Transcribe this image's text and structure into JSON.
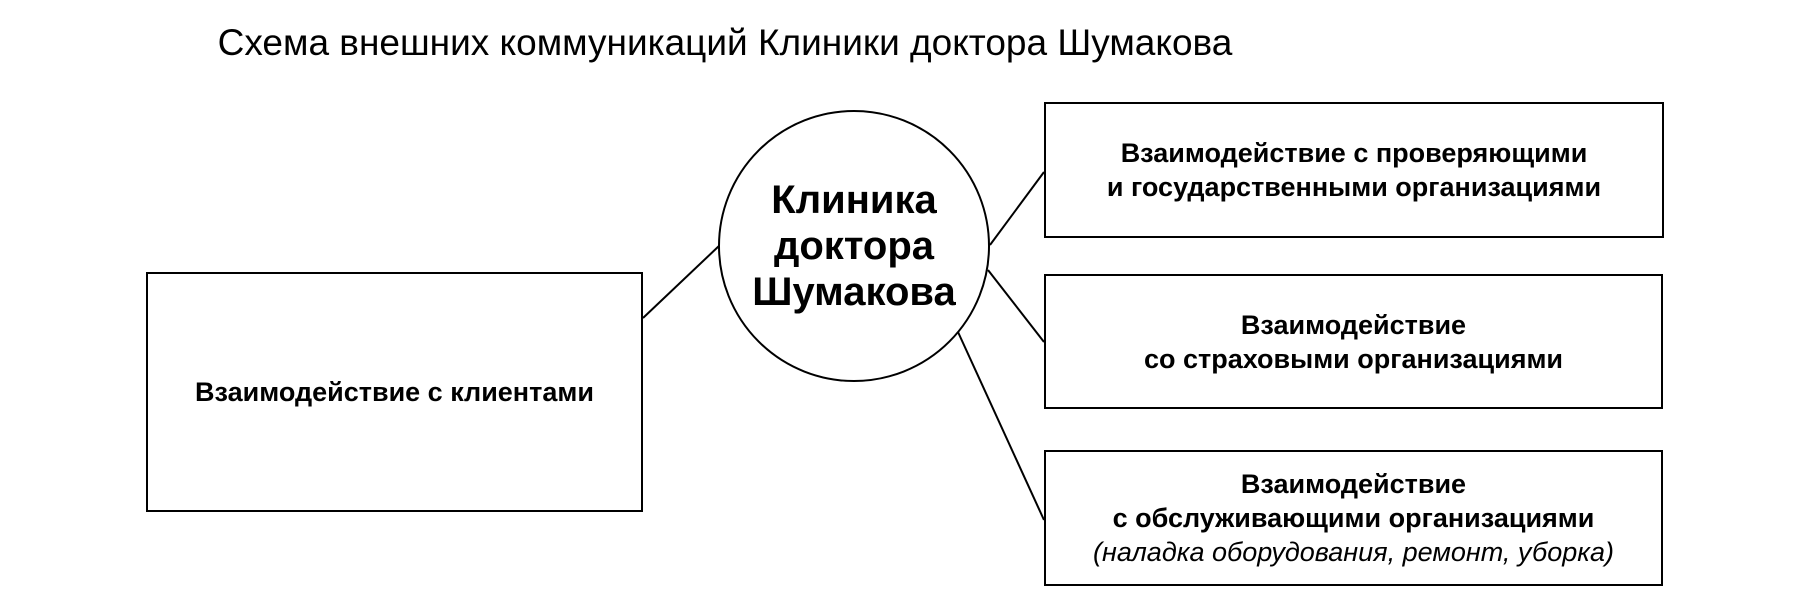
{
  "title": "Схема внешних коммуникаций Клиники доктора Шумакова",
  "center": {
    "lines": [
      "Клиника",
      "доктора",
      "Шумакова"
    ]
  },
  "clients_box": {
    "lines": [
      "Взаимодействие с клиентами"
    ]
  },
  "gov_box": {
    "lines": [
      "Взаимодействие с проверяющими",
      "и государственными организациями"
    ]
  },
  "insurance_box": {
    "lines": [
      "Взаимодействие",
      "со страховыми организациями"
    ]
  },
  "service_box": {
    "lines": [
      "Взаимодействие",
      "с обслуживающими организациями"
    ],
    "note": "(наладка оборудования, ремонт, уборка)"
  }
}
